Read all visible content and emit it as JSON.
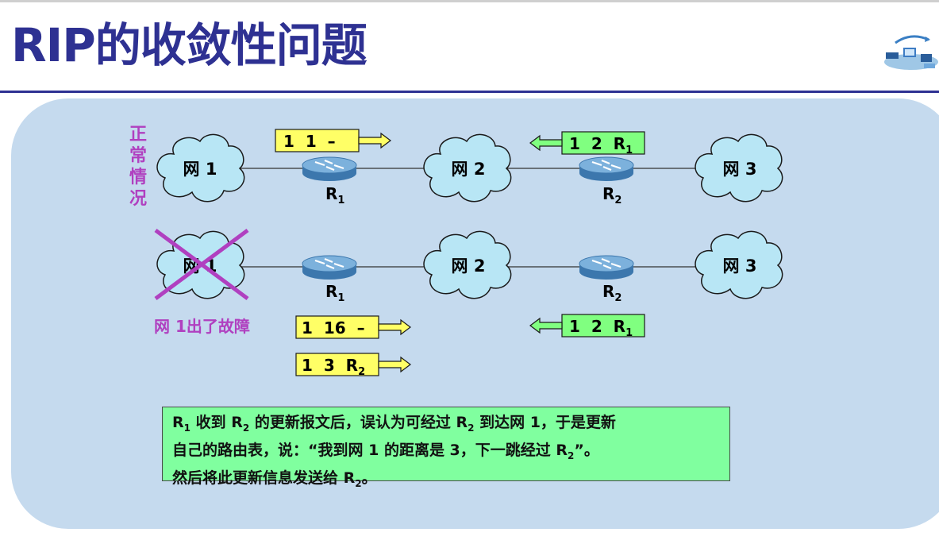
{
  "title": "RIP的收敛性问题",
  "colors": {
    "title": "#2e3192",
    "panel": "#c5daee",
    "cloud": "#b8e6f5",
    "highlight": "#b040c0",
    "yellow_box": "#ffff66",
    "green_box": "#80ff80"
  },
  "normal_label": [
    "正",
    "常",
    "情",
    "况"
  ],
  "fault_label": "网 1出了故障",
  "networks": {
    "net1": "网 1",
    "net2": "网 2",
    "net3": "网 3"
  },
  "routers": {
    "r1": {
      "main": "R",
      "sub": "1"
    },
    "r2": {
      "main": "R",
      "sub": "2"
    }
  },
  "messages": {
    "top_r1": {
      "main": "1  1  –",
      "sub": ""
    },
    "top_r2": {
      "main": "1  2  R",
      "sub": "1"
    },
    "bottom_r1_a": {
      "main": "1  16  –",
      "sub": ""
    },
    "bottom_r1_b": {
      "main": "1  3  R",
      "sub": "2"
    },
    "bottom_r2": {
      "main": "1  2  R",
      "sub": "1"
    }
  },
  "note": {
    "line1": {
      "p1": "R",
      "s1": "1",
      "p2": " 收到 R",
      "s2": "2",
      "p3": " 的更新报文后，误认为可经过 R",
      "s3": "2",
      "p4": " 到达网 1，于是更新"
    },
    "line2": {
      "p1": "自己的路由表，说：“我到网 1 的距离是 3，下一跳经过 R",
      "s1": "2",
      "p2": "”。"
    },
    "line3": {
      "p1": "然后将此更新信息发送给 R",
      "s1": "2",
      "p2": "。"
    }
  }
}
